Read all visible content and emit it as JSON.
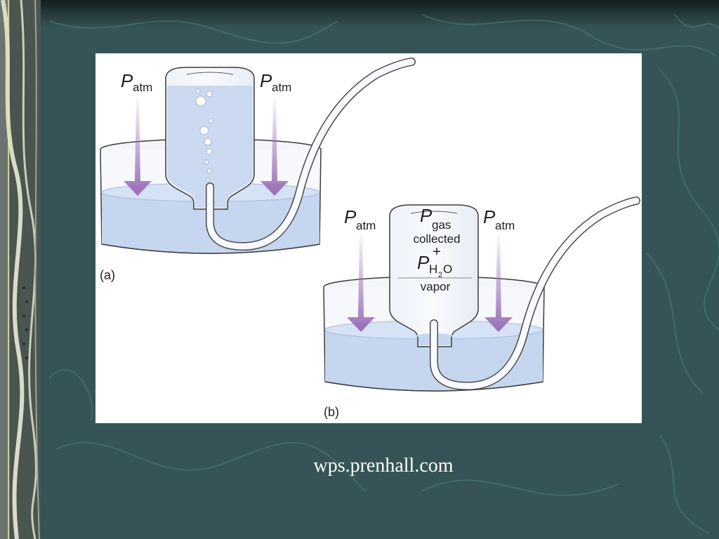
{
  "slide": {
    "background_color": "#365457",
    "accent_line_color": "#4f7a7a",
    "credit": "wps.prenhall.com"
  },
  "figure": {
    "water_color": "#c6d6ef",
    "arrow_color": "#9a6fb6",
    "panel_a": {
      "caption": "(a)",
      "p_left": {
        "symbol": "P",
        "subscript": "atm"
      },
      "p_right": {
        "symbol": "P",
        "subscript": "atm"
      }
    },
    "panel_b": {
      "caption": "(b)",
      "p_left": {
        "symbol": "P",
        "subscript": "atm"
      },
      "p_right": {
        "symbol": "P",
        "subscript": "atm"
      },
      "p_gas": {
        "symbol": "P",
        "subscript": "gas",
        "subscript_line2": "collected"
      },
      "plus": "+",
      "p_water": {
        "symbol": "P",
        "subscript_h": "H",
        "subscript_num": "2",
        "subscript_o": "O",
        "subscript_line2": "vapor"
      }
    }
  }
}
